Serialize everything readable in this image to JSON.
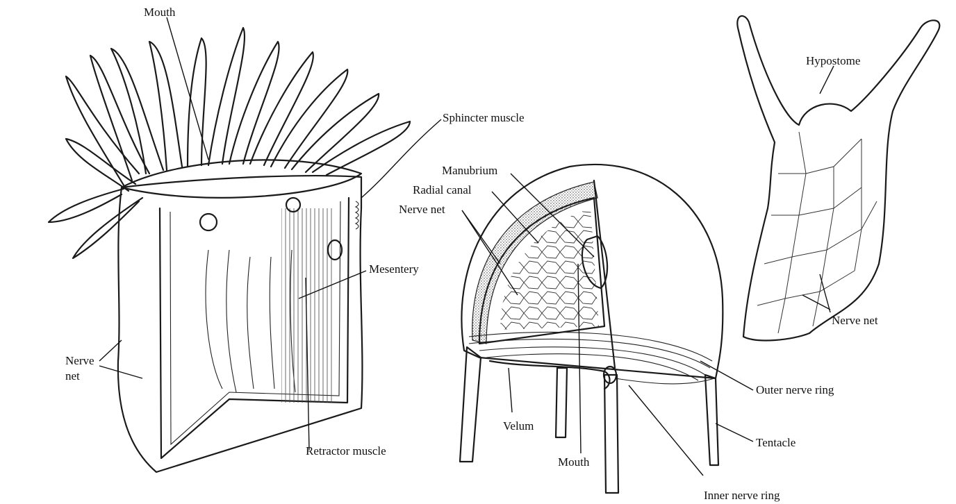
{
  "labels": {
    "mouth_anemone": "Mouth",
    "sphincter_muscle": "Sphincter muscle",
    "mesentery": "Mesentery",
    "nerve_net_anemone_line1": "Nerve",
    "nerve_net_anemone_line2": "net",
    "retractor_muscle": "Retractor muscle",
    "manubrium": "Manubrium",
    "radial_canal": "Radial canal",
    "nerve_net_medusa": "Nerve net",
    "velum": "Velum",
    "mouth_medusa": "Mouth",
    "outer_nerve_ring": "Outer nerve ring",
    "tentacle": "Tentacle",
    "inner_nerve_ring": "Inner nerve ring",
    "hypostome": "Hypostome",
    "nerve_net_hydra": "Nerve net"
  }
}
